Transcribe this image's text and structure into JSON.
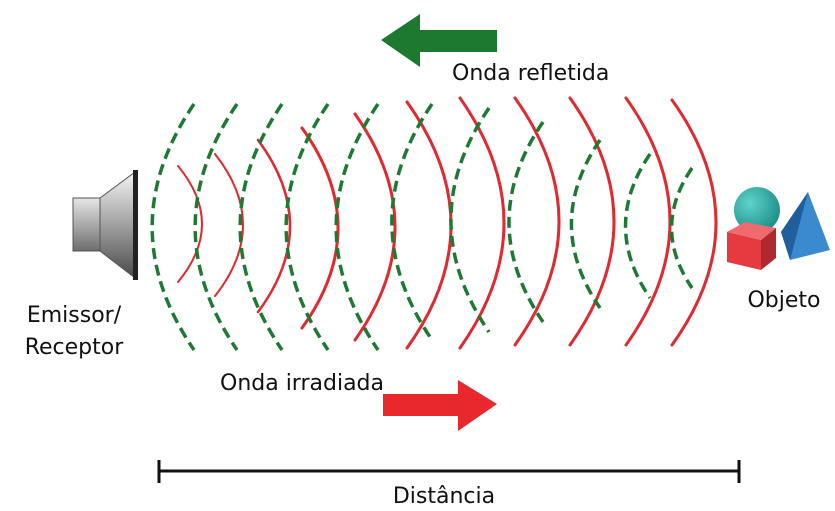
{
  "labels": {
    "reflected_wave": "Onda refletida",
    "radiated_wave": "Onda irradiada",
    "emitter_line1": "Emissor/",
    "emitter_line2": "Receptor",
    "object": "Objeto",
    "distance": "Distância"
  },
  "colors": {
    "radiated": "#e02a30",
    "reflected": "#1e7a32",
    "reflected_arrow": "#1b7a30",
    "radiated_arrow": "#e8282c",
    "scale_bar": "#111111",
    "sphere": "#2bb0a8",
    "cube": "#e43a40",
    "pyramid": "#2f7fc4"
  },
  "icons": {
    "emitter": "speaker-icon",
    "object": "geometric-shapes-icon",
    "reflected_arrow": "arrow-left-icon",
    "radiated_arrow": "arrow-right-icon"
  }
}
